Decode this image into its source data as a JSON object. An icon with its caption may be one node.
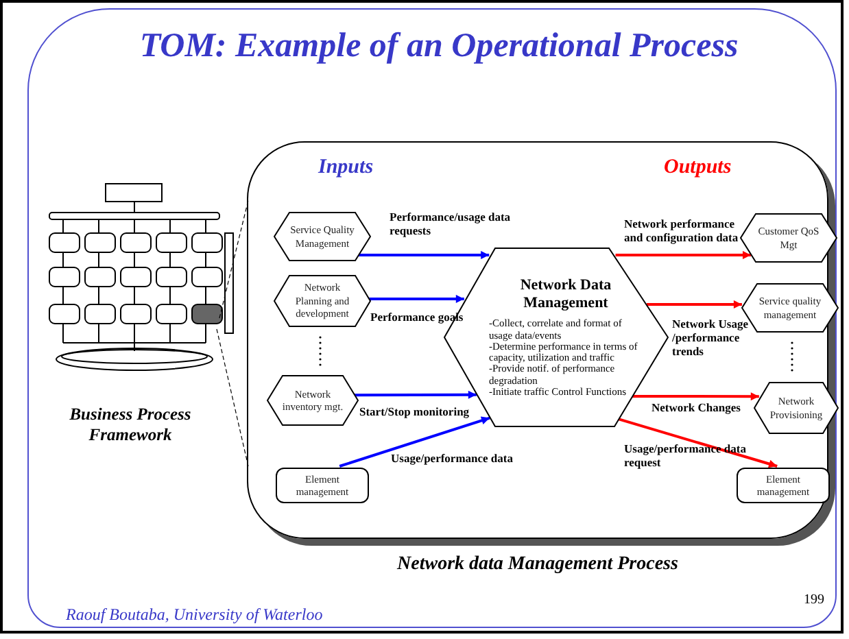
{
  "diagram": {
    "title": "TOM: Example of an Operational Process",
    "caption": "Raouf Boutaba, University of Waterloo",
    "nodes": [
      {
        "text": [
          "Network data Management Process"
        ]
      },
      {
        "text": [
          "Service Quality Management"
        ],
        "in": 0
      },
      {
        "text": [
          "Network Planning and development"
        ],
        "in": 0
      },
      {
        "text": [
          "Network inventory mgt."
        ],
        "in": 0
      },
      {
        "text": [
          "Element management"
        ],
        "in": 0
      },
      {
        "text": [
          "Network Data Management",
          "-Collect, correlate and format of usage data/events",
          "-Determine performance in terms of capacity, utilization and traffic",
          "-Provide notif. of performance degradation",
          "-Initiate traffic Control Functions"
        ],
        "in": 0
      },
      {
        "text": [
          "Customer QoS Mgt"
        ],
        "in": 0
      },
      {
        "text": [
          "Service quality management"
        ],
        "in": 0
      },
      {
        "text": [
          "Network Provisioning"
        ],
        "in": 0
      },
      {
        "text": [
          "Element management"
        ],
        "in": 0
      }
    ],
    "edges": [
      {
        "from": 1,
        "to": 5,
        "arrow": "to",
        "label": "Performance/usage data requests",
        "color": "#0000ff"
      },
      {
        "from": 2,
        "to": 5,
        "arrow": "to",
        "label": "Performance goals",
        "color": "#0000ff"
      },
      {
        "from": 3,
        "to": 5,
        "arrow": "to",
        "label": "Start/Stop monitoring",
        "color": "#0000ff"
      },
      {
        "from": 4,
        "to": 5,
        "arrow": "to",
        "label": "Usage/performance data",
        "color": "#0000ff"
      },
      {
        "from": 5,
        "to": 6,
        "arrow": "to",
        "label": "Network performance and configuration data",
        "color": "#ff0000"
      },
      {
        "from": 5,
        "to": 7,
        "arrow": "to",
        "label": "Network Usage /performance trends",
        "color": "#ff0000"
      },
      {
        "from": 5,
        "to": 8,
        "arrow": "to",
        "label": "Network Changes",
        "color": "#ff0000"
      },
      {
        "from": 5,
        "to": 9,
        "arrow": "to",
        "label": "Usage/performance data request",
        "color": "#ff0000"
      }
    ],
    "labels": [
      "Inputs",
      "Outputs",
      "Business Process Framework",
      "199"
    ]
  }
}
